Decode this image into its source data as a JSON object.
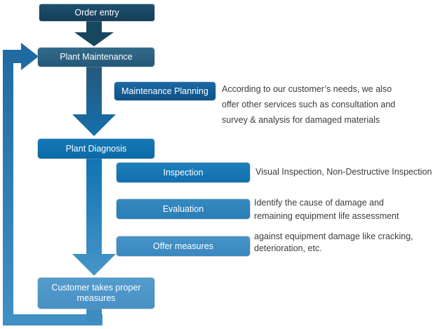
{
  "diagram": {
    "boxes": {
      "order_entry": "Order entry",
      "plant_maintenance": "Plant Maintenance",
      "maintenance_planning": "Maintenance Planning",
      "plant_diagnosis": "Plant Diagnosis",
      "inspection": "Inspection",
      "evaluation": "Evaluation",
      "offer_measures": "Offer measures",
      "customer_line1": "Customer takes proper",
      "customer_line2": "measures"
    },
    "descriptions": {
      "maintenance_planning": {
        "line1": "According to our customer’s needs, we also",
        "line2": "offer other services such as consultation and",
        "line3": "survey & analysis for damaged materials"
      },
      "inspection": {
        "line1": "Visual Inspection, Non-Destructive Inspection"
      },
      "evaluation": {
        "line1": "Identify the cause of damage and",
        "line2": "remaining equipment life assessment"
      },
      "offer_measures": {
        "line1": "against equipment damage like cracking,",
        "line2": "deterioration, etc."
      }
    },
    "colors": {
      "order_entry": "#17455f",
      "plant_maintenance": "#2b5f83",
      "maintenance_planning": "#15609a",
      "plant_diagnosis": "#0e72b2",
      "inspection": "#1677b3",
      "evaluation": "#2e84bd",
      "offer_measures": "#3f8ec5",
      "customer": "#4d97c9",
      "loop_arrow_top": "#1f6ba2",
      "loop_arrow_bottom": "#4190c4",
      "description_text": "#3c3c3c",
      "box_text": "#ffffff"
    }
  }
}
